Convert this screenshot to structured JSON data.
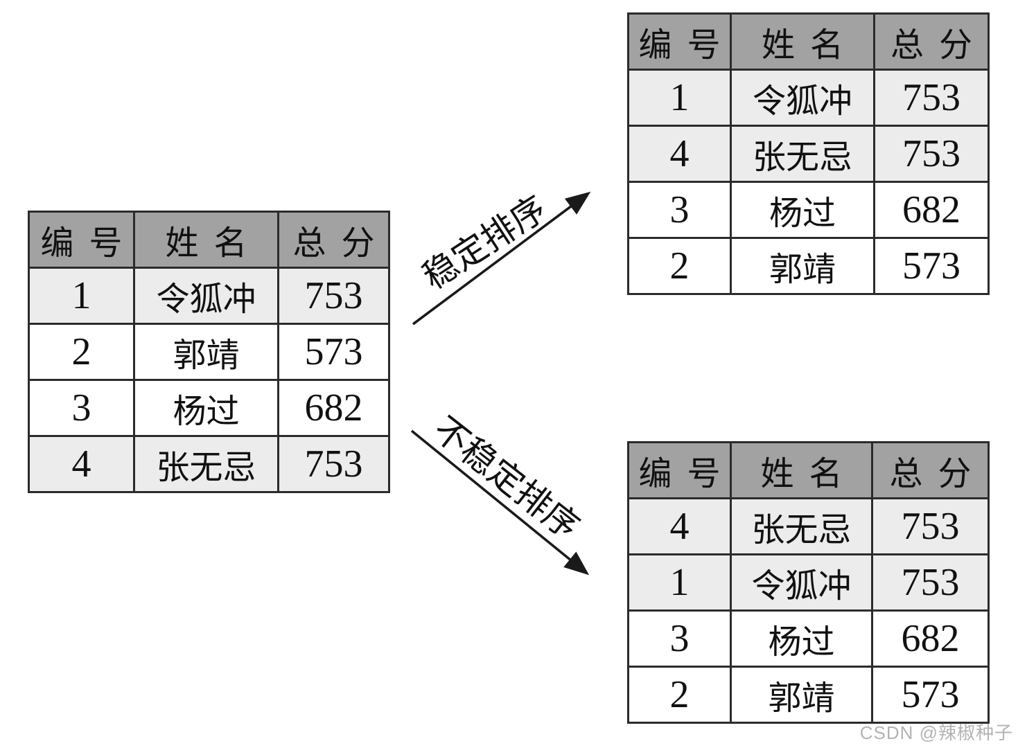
{
  "colors": {
    "header_bg": "#a2a2a2",
    "highlight_bg": "#ececec",
    "row_bg": "#ffffff",
    "border": "#2b2b2b",
    "ink": "#111111",
    "watermark": "#b3b3b3"
  },
  "tables": {
    "original": {
      "headers": [
        "编 号",
        "姓 名",
        "总 分"
      ],
      "rows": [
        {
          "cells": [
            "1",
            "令狐冲",
            "753"
          ],
          "highlight": true
        },
        {
          "cells": [
            "2",
            "郭靖",
            "573"
          ],
          "highlight": false
        },
        {
          "cells": [
            "3",
            "杨过",
            "682"
          ],
          "highlight": false
        },
        {
          "cells": [
            "4",
            "张无忌",
            "753"
          ],
          "highlight": true
        }
      ]
    },
    "stable": {
      "headers": [
        "编 号",
        "姓 名",
        "总 分"
      ],
      "rows": [
        {
          "cells": [
            "1",
            "令狐冲",
            "753"
          ],
          "highlight": true
        },
        {
          "cells": [
            "4",
            "张无忌",
            "753"
          ],
          "highlight": true
        },
        {
          "cells": [
            "3",
            "杨过",
            "682"
          ],
          "highlight": false
        },
        {
          "cells": [
            "2",
            "郭靖",
            "573"
          ],
          "highlight": false
        }
      ]
    },
    "unstable": {
      "headers": [
        "编 号",
        "姓 名",
        "总 分"
      ],
      "rows": [
        {
          "cells": [
            "4",
            "张无忌",
            "753"
          ],
          "highlight": true
        },
        {
          "cells": [
            "1",
            "令狐冲",
            "753"
          ],
          "highlight": true
        },
        {
          "cells": [
            "3",
            "杨过",
            "682"
          ],
          "highlight": false
        },
        {
          "cells": [
            "2",
            "郭靖",
            "573"
          ],
          "highlight": false
        }
      ]
    }
  },
  "arrows": {
    "stable_label": "稳定排序",
    "unstable_label": "不稳定排序"
  },
  "watermark": "CSDN @辣椒种子"
}
